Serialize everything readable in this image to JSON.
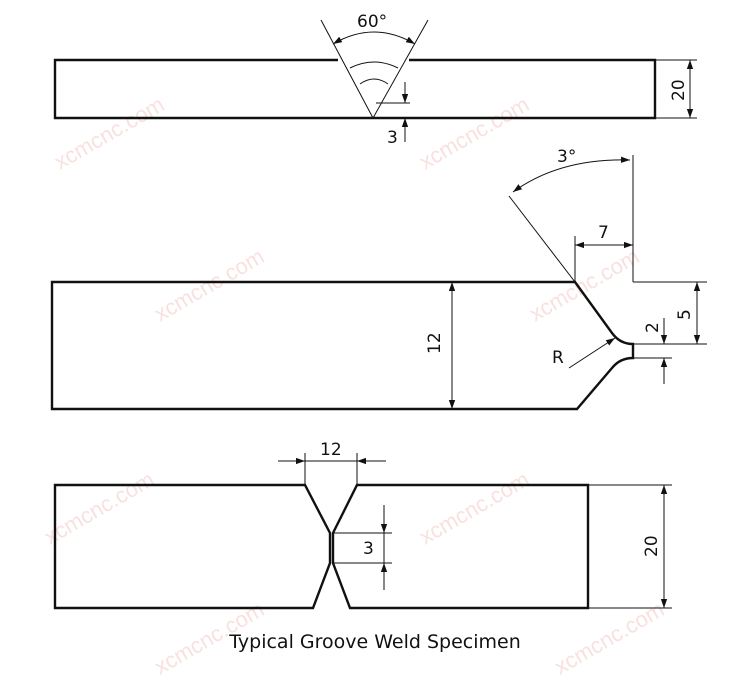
{
  "caption": "Typical Groove Weld Specimen",
  "watermark": "xcmcnc.com",
  "top_specimen": {
    "angle_label": "60°",
    "thickness_label": "20",
    "root_face_label": "3"
  },
  "middle_specimen": {
    "angle_label": "3°",
    "top_offset_label": "7",
    "thickness_label": "12",
    "depth_label": "5",
    "land_label": "2",
    "radius_label": "R"
  },
  "bottom_specimen": {
    "opening_label": "12",
    "root_face_label": "3",
    "thickness_label": "20"
  }
}
